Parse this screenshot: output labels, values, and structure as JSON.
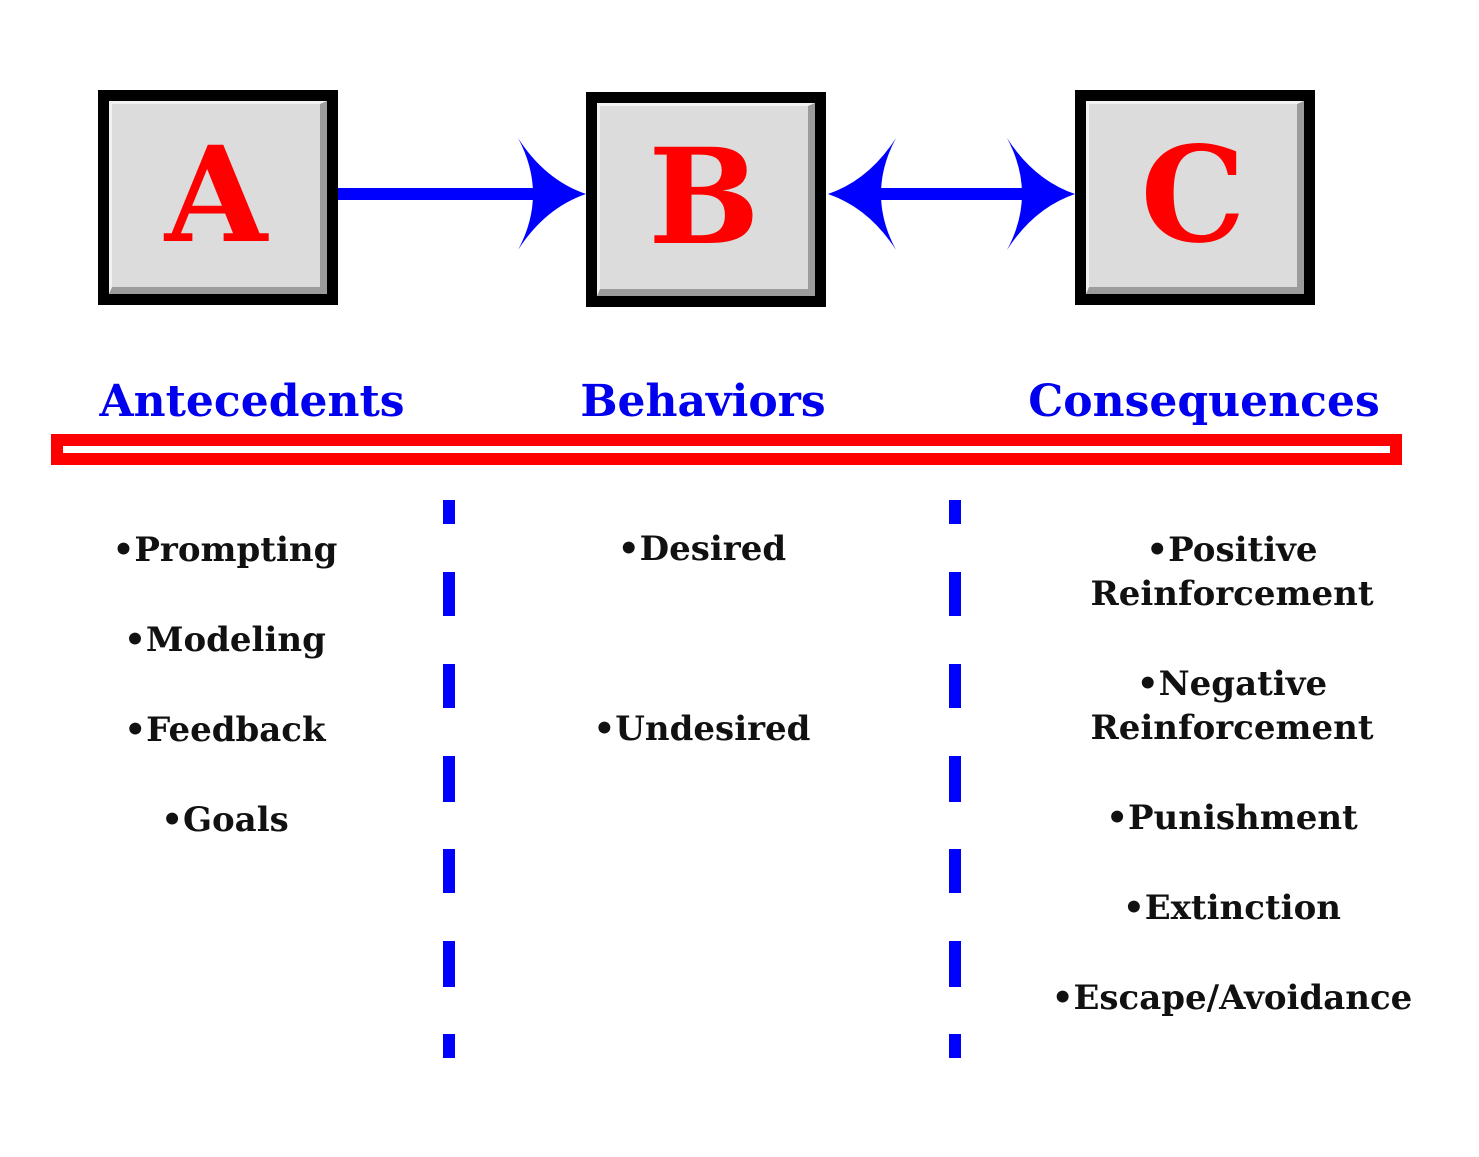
{
  "boxes": [
    {
      "letter": "A"
    },
    {
      "letter": "B"
    },
    {
      "letter": "C"
    }
  ],
  "headers": {
    "antecedents": "Antecedents",
    "behaviors": "Behaviors",
    "consequences": "Consequences"
  },
  "antecedents_items": [
    "•Prompting",
    "•Modeling",
    "•Feedback",
    "•Goals"
  ],
  "behaviors_items": [
    "•Desired",
    "•Undesired"
  ],
  "consequences_items": [
    {
      "line1": "•Positive",
      "line2": "Reinforcement"
    },
    {
      "line1": "•Negative",
      "line2": "Reinforcement"
    },
    {
      "line1": "•Punishment"
    },
    {
      "line1": "•Extinction"
    },
    {
      "line1": "•Escape/Avoidance"
    }
  ],
  "colors": {
    "letter": "#ff0000",
    "header": "#0000ee",
    "arrow": "#0000ff",
    "bar": "#ff0000",
    "divider": "#0000ff"
  }
}
